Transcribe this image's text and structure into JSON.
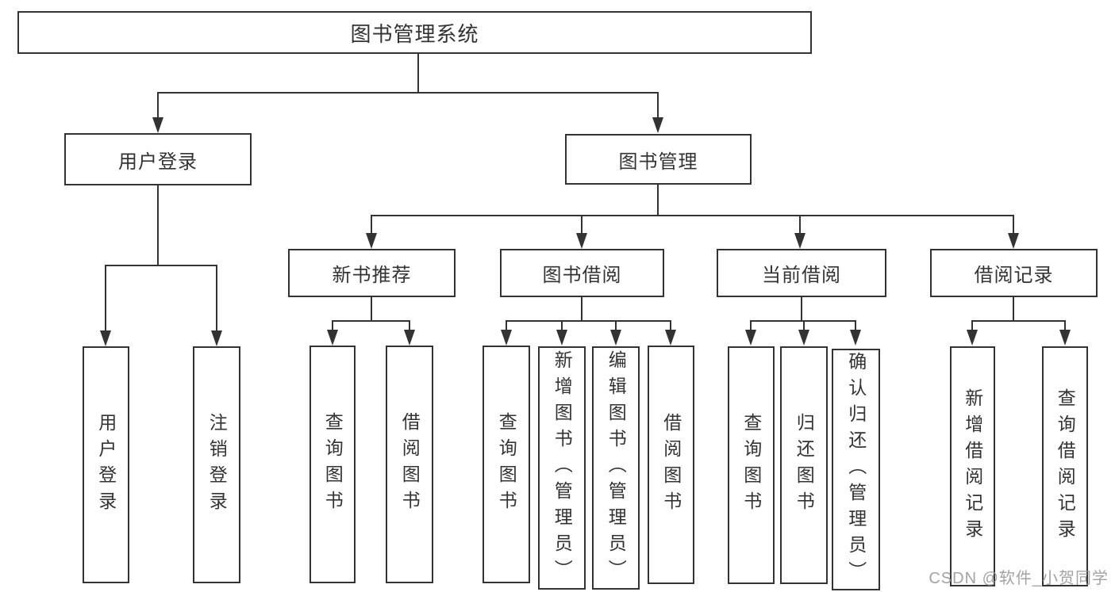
{
  "colors": {
    "line": "#333333",
    "box_background": "#ffffff",
    "text": "#333333",
    "watermark": "#999999"
  },
  "tree": {
    "root": {
      "label": "图书管理系统",
      "children": [
        {
          "label": "用户登录",
          "children": [
            {
              "label": "用户登录"
            },
            {
              "label": "注销登录"
            }
          ]
        },
        {
          "label": "图书管理",
          "children": [
            {
              "label": "新书推荐",
              "children": [
                {
                  "label": "查询图书"
                },
                {
                  "label": "借阅图书"
                }
              ]
            },
            {
              "label": "图书借阅",
              "children": [
                {
                  "label": "查询图书"
                },
                {
                  "label": "新增图书（管理员）"
                },
                {
                  "label": "编辑图书（管理员）"
                },
                {
                  "label": "借阅图书"
                }
              ]
            },
            {
              "label": "当前借阅",
              "children": [
                {
                  "label": "查询图书"
                },
                {
                  "label": "归还图书"
                },
                {
                  "label": "确认归还（管理员）"
                }
              ]
            },
            {
              "label": "借阅记录",
              "children": [
                {
                  "label": "新增借阅记录"
                },
                {
                  "label": "查询借阅记录"
                }
              ]
            }
          ]
        }
      ]
    }
  },
  "watermark": {
    "text": "CSDN @软件_小贺同学"
  }
}
